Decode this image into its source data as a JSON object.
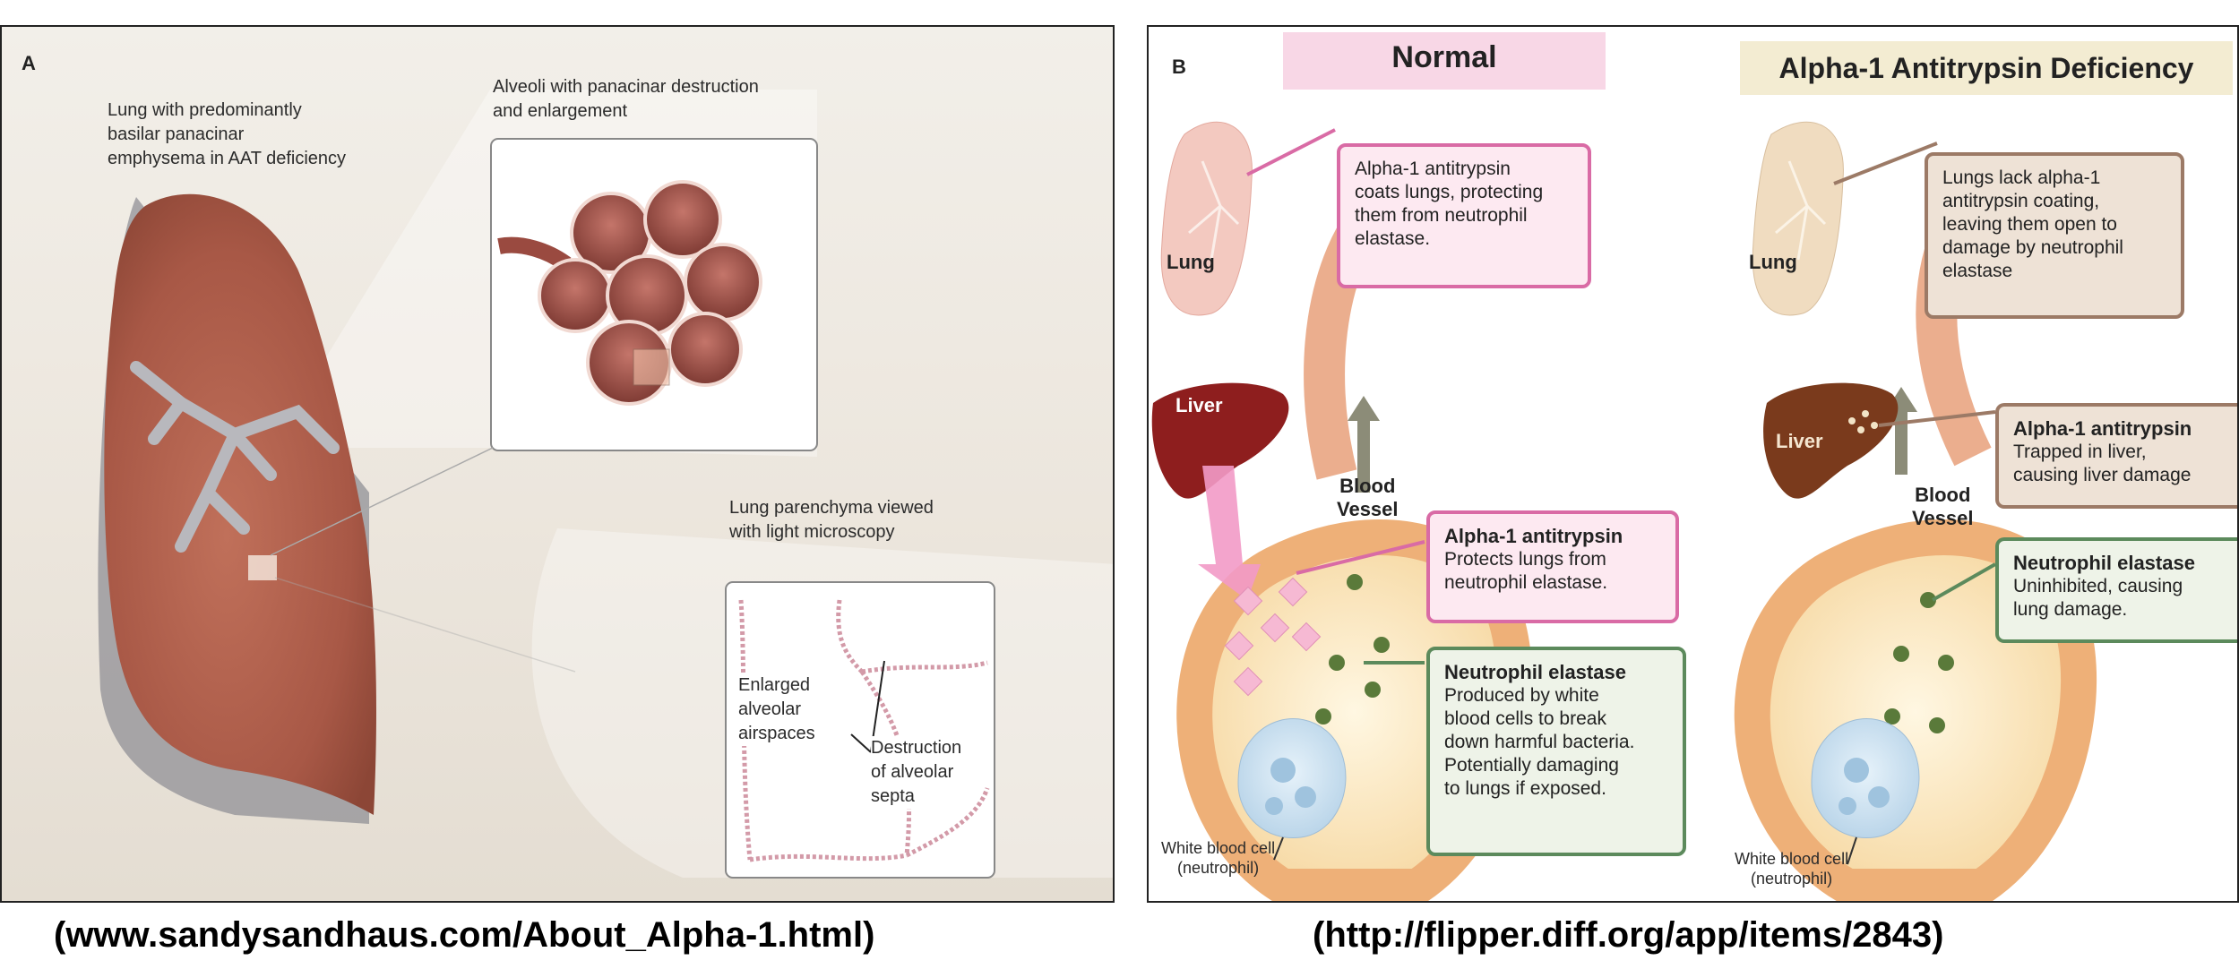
{
  "panel_a": {
    "label": "A",
    "annotations": {
      "lung": [
        "Lung with predominantly",
        "basilar panacinar",
        "emphysema in AAT deficiency"
      ],
      "alveoli": [
        "Alveoli with panacinar destruction",
        "and enlargement"
      ],
      "parenchyma": [
        "Lung parenchyma viewed",
        "with light microscopy"
      ],
      "airspaces": [
        "Enlarged",
        "alveolar",
        "airspaces"
      ],
      "septa": [
        "Destruction",
        "of alveolar",
        "septa"
      ]
    },
    "caption": "(www.sandysandhaus.com/About_Alpha-1.html)"
  },
  "panel_b": {
    "label": "B",
    "normal": {
      "header": "Normal",
      "lung_label": "Lung",
      "liver_label": "Liver",
      "vessel_label": [
        "Blood",
        "Vessel"
      ],
      "lung_box": [
        "Alpha-1 antitrypsin",
        "coats lungs, protecting",
        "them from neutrophil",
        "elastase."
      ],
      "aat_box_title": "Alpha-1 antitrypsin",
      "aat_box_text": [
        "Protects lungs from",
        "neutrophil elastase."
      ],
      "ne_box_title": "Neutrophil elastase",
      "ne_box_text": [
        "Produced by white",
        "blood cells to break",
        "down harmful bacteria.",
        "Potentially damaging",
        "to lungs if exposed."
      ],
      "wbc_label": [
        "White blood cell",
        "(neutrophil)"
      ]
    },
    "deficiency": {
      "header": "Alpha-1 Antitrypsin Deficiency",
      "lung_label": "Lung",
      "liver_label": "Liver",
      "vessel_label": [
        "Blood",
        "Vessel"
      ],
      "lung_box": [
        "Lungs lack alpha-1",
        "antitrypsin coating,",
        "leaving them open to",
        "damage by neutrophil",
        "elastase"
      ],
      "aat_box_title": "Alpha-1 antitrypsin",
      "aat_box_text": [
        "Trapped in liver,",
        "causing liver damage"
      ],
      "ne_box_title": "Neutrophil elastase",
      "ne_box_text": [
        "Uninhibited, causing",
        "lung damage."
      ],
      "wbc_label": [
        "White blood cell",
        "(neutrophil)"
      ]
    },
    "caption": "(http://flipper.diff.org/app/items/2843)"
  },
  "colors": {
    "normal_header_bg": "#f8d7e6",
    "deficiency_header_bg": "#f3ecd2",
    "pink_box_border": "#d96ba5",
    "brown_box_border": "#9c7a66",
    "green_box_border": "#5c8a5c",
    "lung_normal": "#f3c9c0",
    "lung_deficient": "#f0dcc0",
    "liver_normal": "#8e1e1e",
    "liver_deficient": "#7a3a1c",
    "vessel": "#e8a07a"
  }
}
